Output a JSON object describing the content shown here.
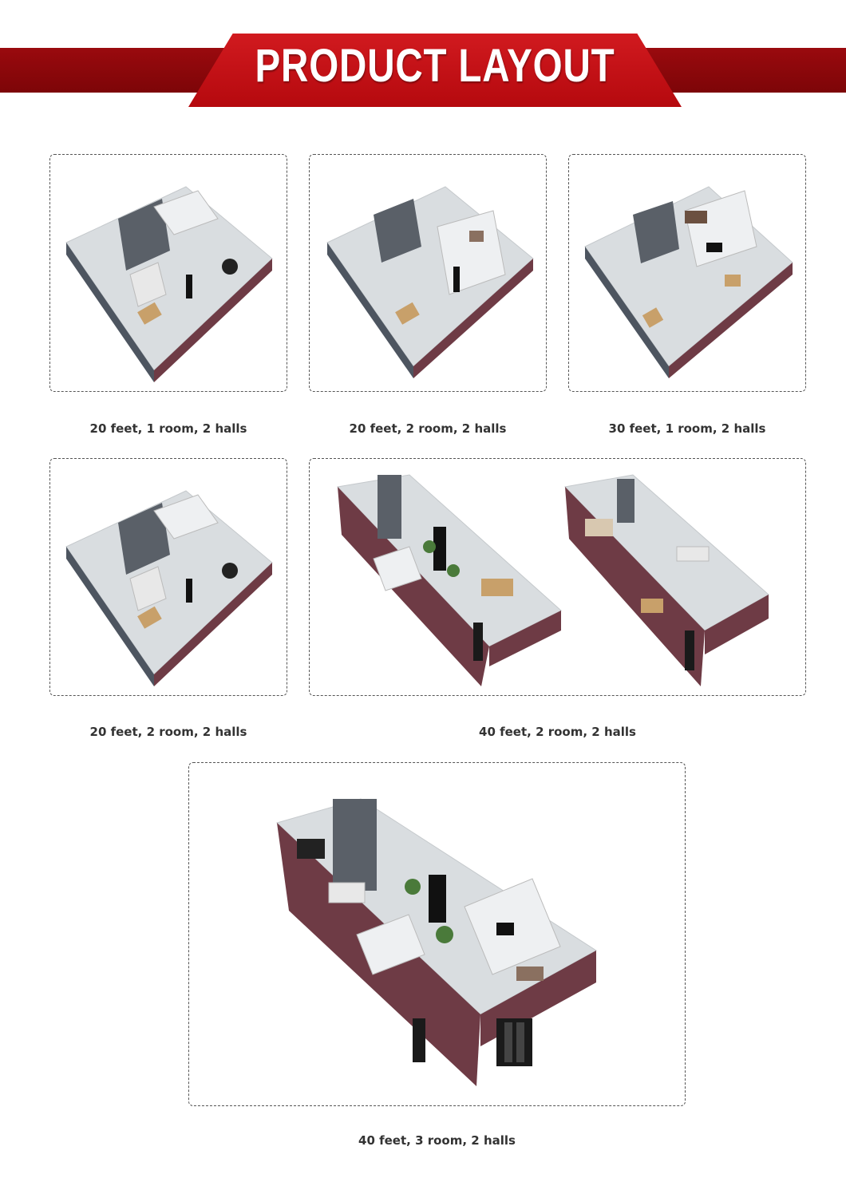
{
  "header": {
    "title": "PRODUCT LAYOUT"
  },
  "layouts": [
    {
      "caption": "20 feet, 1 room, 2 halls",
      "image": "floorplan-20ft-small"
    },
    {
      "caption": "20 feet, 2 room, 2 halls",
      "image": "floorplan-20ft-small"
    },
    {
      "caption": "30 feet, 1 room, 2 halls",
      "image": "floorplan-30ft"
    },
    {
      "caption": "20 feet, 2 room, 2 halls",
      "image": "floorplan-20ft-small"
    },
    {
      "caption": "40 feet, 2 room, 2 halls",
      "image": "floorplan-40ft-pair"
    },
    {
      "caption": "40 feet, 3 room, 2 halls",
      "image": "floorplan-40ft-large"
    }
  ],
  "colors": {
    "banner_dark": "#8a0609",
    "banner_red": "#c8141a",
    "wall_brick": "#6e3b45",
    "floor": "#d9dde0"
  }
}
